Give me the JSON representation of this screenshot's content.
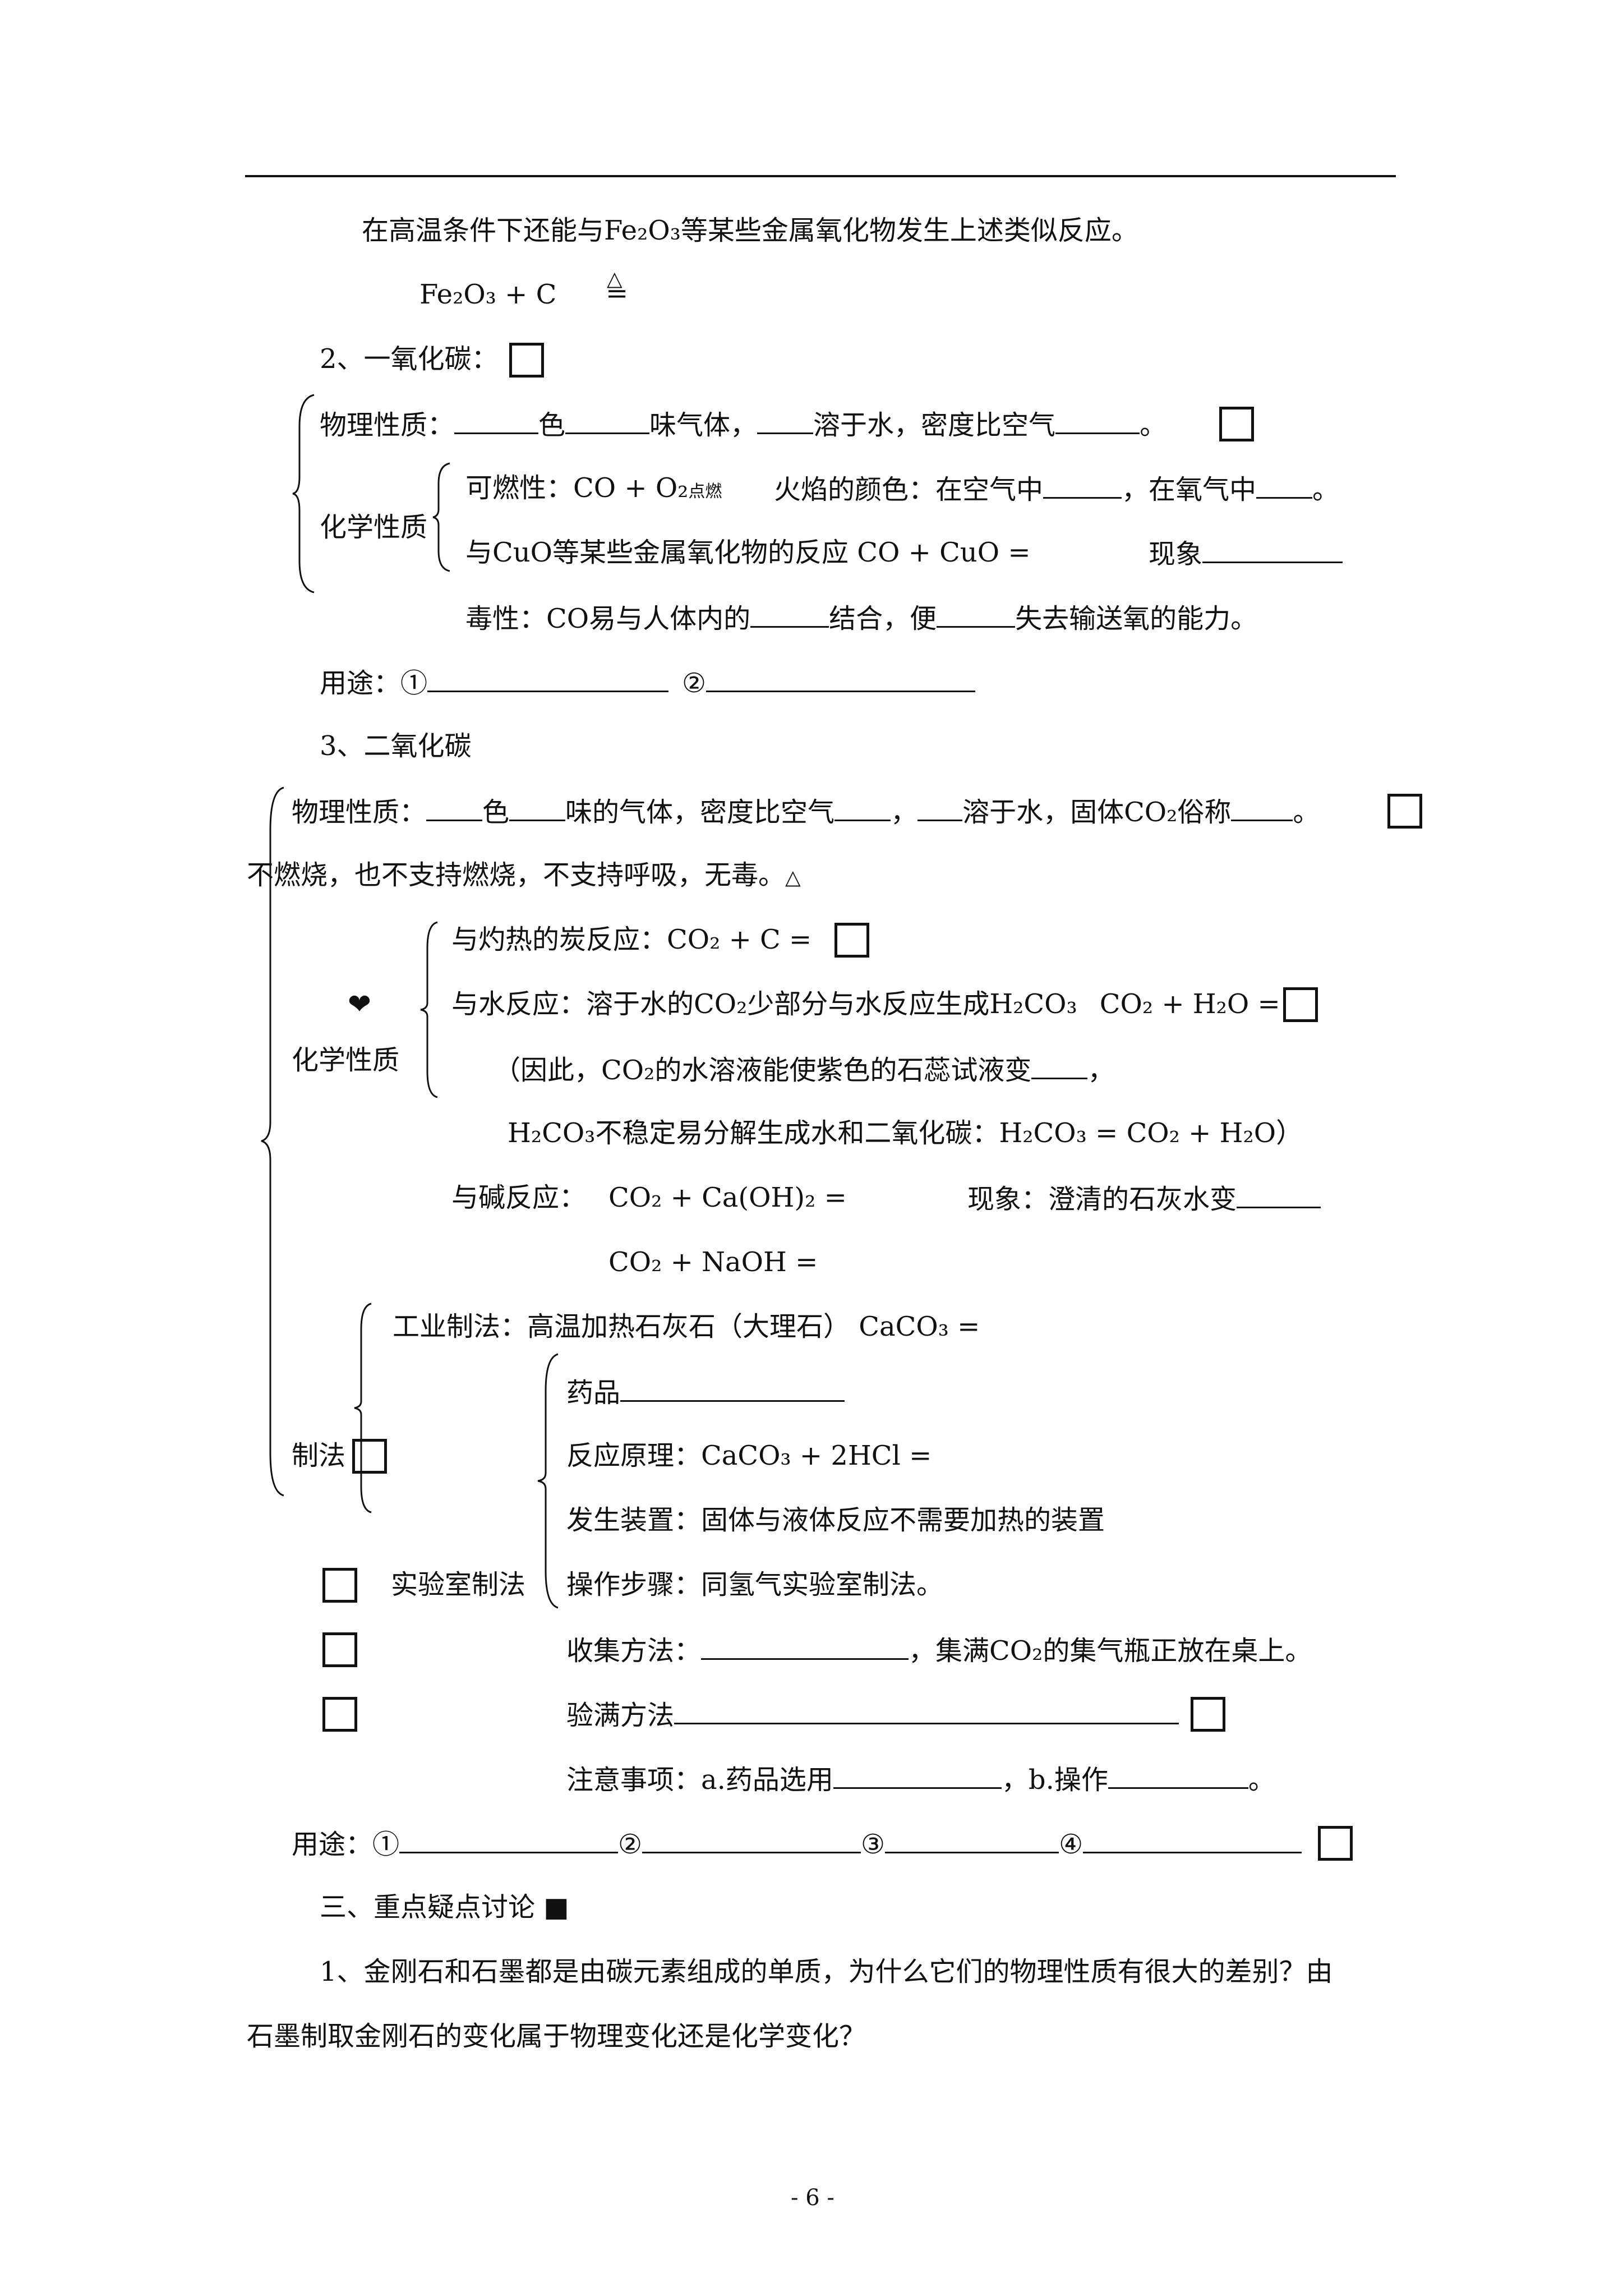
{
  "page": {
    "intro_line": "在高温条件下还能与Fe₂O₃等某些金属氧化物发生上述类似反应。",
    "fe2o3_eq": "Fe₂O₃ + C",
    "delta_sym": "△",
    "eq_sym": "=",
    "sec2_title": "2、一氧化碳：",
    "co_phys_1": "物理性质：",
    "co_phys_2": "色",
    "co_phys_3": "味气体，",
    "co_phys_4": "溶于水，密度比空气",
    "co_phys_5": "。",
    "co_chem_label": "化学性质",
    "co_comb_1": "可燃性：CO + O₂",
    "co_comb_dian": "点燃",
    "co_comb_2": "火焰的颜色：在空气中",
    "co_comb_3": "，在氧气中",
    "co_comb_4": "。",
    "co_red_1": "与CuO等某些金属氧化物的反应 CO + CuO =",
    "co_red_2": "现象",
    "co_tox_1": "毒性：CO易与人体内的",
    "co_tox_2": "结合，便",
    "co_tox_3": "失去输送氧的能力。",
    "co_use_1": "用途：①",
    "co_use_2": "②",
    "sec3_title": "3、二氧化碳",
    "co2_phys_1": "物理性质：",
    "co2_phys_2": "色",
    "co2_phys_3": "味的气体，密度比空气",
    "co2_phys_4": "，",
    "co2_phys_5": "溶于水，固体CO₂俗称",
    "co2_phys_6": "。",
    "co2_nonburn": "不燃烧，也不支持燃烧，不支持呼吸，无毒。",
    "heart_icon": "❤",
    "co2_chem_label": "化学性质",
    "co2_c_1": "与灼热的炭反应：CO₂ + C =",
    "co2_w_1": "与水反应：溶于水的CO₂少部分与水反应生成H₂CO₃",
    "co2_w_2": "CO₂ + H₂O =",
    "co2_w_3": "（因此，CO₂的水溶液能使紫色的石蕊试液变",
    "co2_w_4": "，",
    "co2_w_5": "H₂CO₃不稳定易分解生成水和二氧化碳：H₂CO₃ = CO₂ + H₂O）",
    "co2_b_1": "与碱反应：",
    "co2_b_2": "CO₂ + Ca(OH)₂ =",
    "co2_b_3": "现象：澄清的石灰水变",
    "co2_b_4": "CO₂ + NaOH =",
    "prep_ind": "工业制法：高温加热石灰石（大理石） CaCO₃ =",
    "prep_label": "制法",
    "lab_drug": "药品",
    "lab_react": "反应原理：CaCO₃ + 2HCl =",
    "lab_app": "发生装置：固体与液体反应不需要加热的装置",
    "lab_label": "实验室制法",
    "lab_steps": "操作步骤：同氢气实验室制法。",
    "lab_collect_1": "收集方法：",
    "lab_collect_2": "，集满CO₂的集气瓶正放在桌上。",
    "lab_check": "验满方法",
    "lab_note_1": "注意事项：a.药品选用",
    "lab_note_2": "，b.操作",
    "lab_note_3": "。",
    "co2_use_1": "用途：①",
    "co2_use_2": "②",
    "co2_use_3": "③",
    "co2_use_4": "④",
    "sec_iii": "三、重点疑点讨论 ■",
    "q1_a": "1、金刚石和石墨都是由碳元素组成的单质，为什么它们的物理性质有很大的差别？由",
    "q1_b": "石墨制取金刚石的变化属于物理变化还是化学变化？",
    "page_num": "- 6 -"
  }
}
